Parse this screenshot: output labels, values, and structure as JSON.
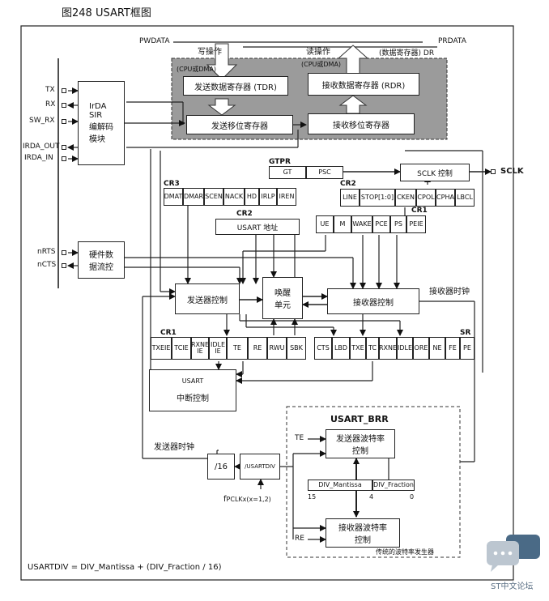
{
  "figure_title": "图248    USART框图",
  "bus": {
    "pwdata": "PWDATA",
    "prdata": "PRDATA",
    "write_op": "写操作",
    "read_op": "读操作",
    "cpu_dma_left": "(CPU或DMA)",
    "cpu_dma_right": "(CPU或DMA)",
    "data_reg": "(数据寄存器) DR"
  },
  "blocks": {
    "tdr": "发送数据寄存器 (TDR)",
    "rdr": "接收数据寄存器 (RDR)",
    "tx_shift": "发送移位寄存器",
    "rx_shift": "接收移位寄存器",
    "irda": "IrDA\nSIR\n编解码\n模块",
    "hwflow": "硬件数\n据流控",
    "tx_ctrl": "发送器控制",
    "wakeup": "唤醒\n单元",
    "rx_ctrl": "接收器控制",
    "usart_addr": "USART 地址",
    "sclk_ctrl": "SCLK 控制",
    "irq_title": "USART",
    "irq_sub": "中断控制",
    "tx_baud": "发送器波特率\n控制",
    "rx_baud": "接收器波特率\n控制",
    "div16": "/16",
    "usartdiv": "/USARTDIV"
  },
  "pins": {
    "tx": "TX",
    "rx": "RX",
    "sw_rx": "SW_RX",
    "irda_out": "IRDA_OUT",
    "irda_in": "IRDA_IN",
    "nrts": "nRTS",
    "ncts": "nCTS",
    "sclk": "SCLK"
  },
  "regs": {
    "cr3_label": "CR3",
    "cr3": [
      "DMAT",
      "DMAR",
      "SCEN",
      "NACK",
      "HD",
      "IRLP",
      "IREN"
    ],
    "cr2_label": "CR2",
    "cr2b_label": "CR2",
    "cr2": [
      "LINE",
      "STOP[1:0]",
      "CKEN",
      "CPOL",
      "CPHA",
      "LBCL"
    ],
    "cr1_label": "CR1",
    "cr1top": [
      "UE",
      "M",
      "WAKE",
      "PCE",
      "PS",
      "PEIE"
    ],
    "cr1b_label": "CR1",
    "cr1bottom": [
      "TXEIE",
      "TCIE",
      "RXNE IE",
      "IDLE IE",
      "TE",
      "RE",
      "RWU",
      "SBK"
    ],
    "sr_label": "SR",
    "sr": [
      "CTS",
      "LBD",
      "TXE",
      "TC",
      "RXNE",
      "IDLE",
      "ORE",
      "NE",
      "FE",
      "PE"
    ],
    "gtpr_label": "GTPR",
    "gtpr": [
      "GT",
      "PSC"
    ]
  },
  "labels": {
    "tx_clock": "发送器时钟",
    "rx_clock": "接收器时钟",
    "te": "TE",
    "re": "RE",
    "fpclk": "f",
    "fpclk_sub": "PCLKx(x=1,2)",
    "brr_title": "USART_BRR",
    "div_mantissa": "DIV_Mantissa",
    "div_fraction": "DIV_Fraction",
    "n15": "15",
    "n4": "4",
    "n0": "0",
    "baud_gen": "传统的波特率发生器",
    "formula": "USARTDIV = DIV_Mantissa + (DIV_Fraction / 16)"
  },
  "watermark": {
    "text": "ST中文论坛"
  }
}
